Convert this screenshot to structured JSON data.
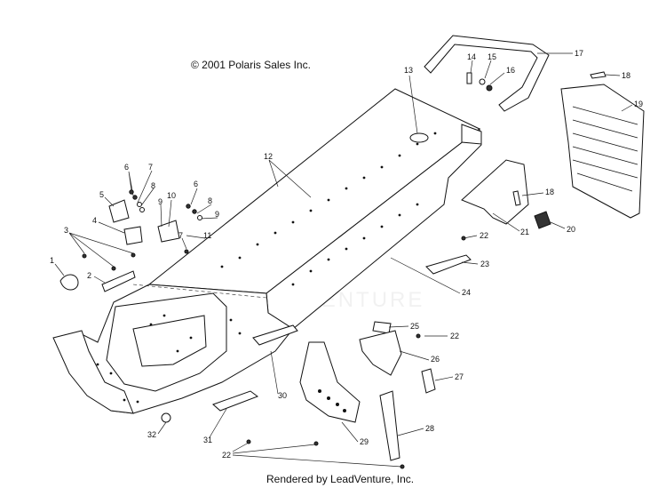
{
  "header": {
    "copyright": "© 2001 Polaris Sales Inc."
  },
  "footer": {
    "rendered_by": "Rendered by LeadVenture, Inc."
  },
  "watermark": {
    "text": "LEADVENTURE"
  },
  "callouts": [
    {
      "id": "c1",
      "label": "1"
    },
    {
      "id": "c2",
      "label": "2"
    },
    {
      "id": "c3",
      "label": "3"
    },
    {
      "id": "c4",
      "label": "4"
    },
    {
      "id": "c5",
      "label": "5"
    },
    {
      "id": "c6a",
      "label": "6"
    },
    {
      "id": "c6b",
      "label": "6"
    },
    {
      "id": "c7a",
      "label": "7"
    },
    {
      "id": "c7b",
      "label": "7"
    },
    {
      "id": "c8a",
      "label": "8"
    },
    {
      "id": "c8b",
      "label": "8"
    },
    {
      "id": "c9a",
      "label": "9"
    },
    {
      "id": "c9b",
      "label": "9"
    },
    {
      "id": "c10",
      "label": "10"
    },
    {
      "id": "c11",
      "label": "11"
    },
    {
      "id": "c12",
      "label": "12"
    },
    {
      "id": "c13",
      "label": "13"
    },
    {
      "id": "c14",
      "label": "14"
    },
    {
      "id": "c15",
      "label": "15"
    },
    {
      "id": "c16",
      "label": "16"
    },
    {
      "id": "c17",
      "label": "17"
    },
    {
      "id": "c18a",
      "label": "18"
    },
    {
      "id": "c18b",
      "label": "18"
    },
    {
      "id": "c19",
      "label": "19"
    },
    {
      "id": "c20",
      "label": "20"
    },
    {
      "id": "c21",
      "label": "21"
    },
    {
      "id": "c22a",
      "label": "22"
    },
    {
      "id": "c22b",
      "label": "22"
    },
    {
      "id": "c22c",
      "label": "22"
    },
    {
      "id": "c23",
      "label": "23"
    },
    {
      "id": "c24",
      "label": "24"
    },
    {
      "id": "c25",
      "label": "25"
    },
    {
      "id": "c26",
      "label": "26"
    },
    {
      "id": "c27",
      "label": "27"
    },
    {
      "id": "c28",
      "label": "28"
    },
    {
      "id": "c29",
      "label": "29"
    },
    {
      "id": "c30",
      "label": "30"
    },
    {
      "id": "c31",
      "label": "31"
    },
    {
      "id": "c32",
      "label": "32"
    }
  ]
}
